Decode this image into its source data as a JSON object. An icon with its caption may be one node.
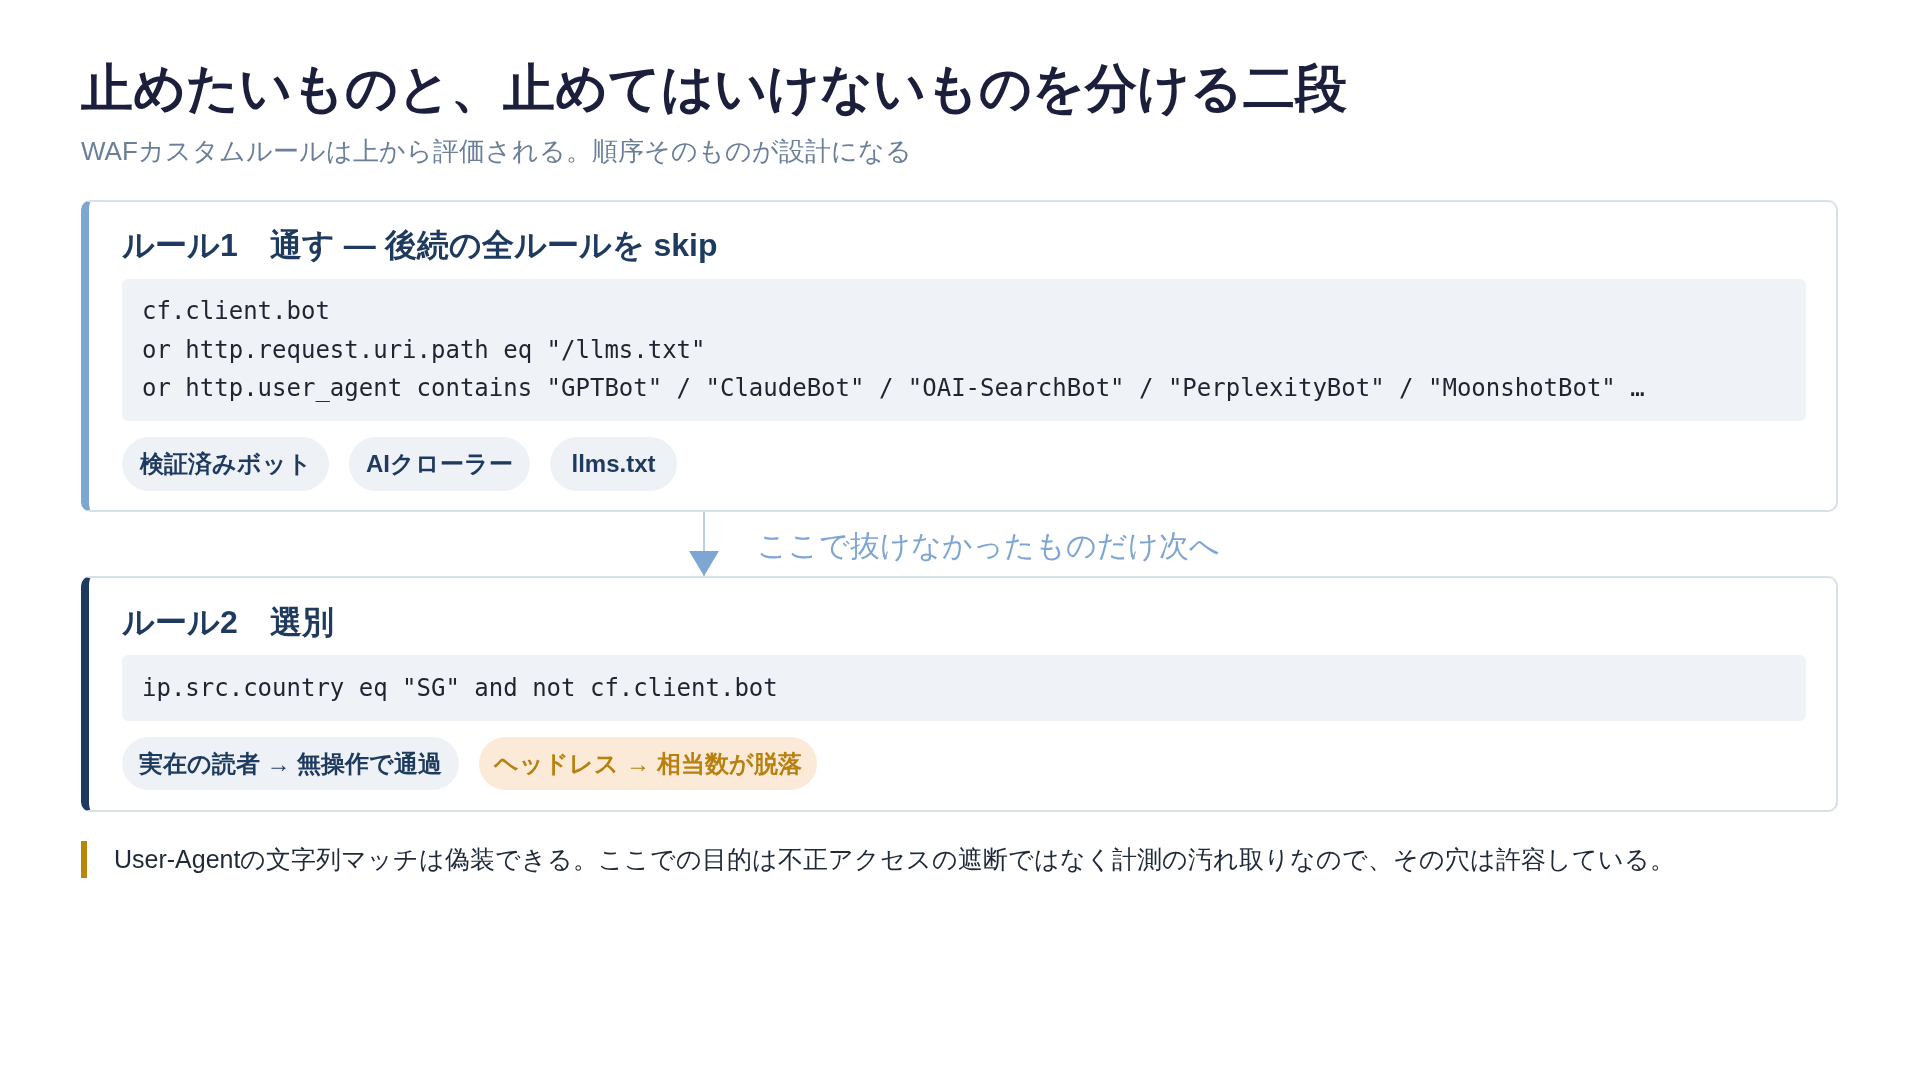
{
  "diagram": {
    "title": "止めたいものと、止めてはいけないものを分ける二段",
    "nodes": [
      {
        "text": [
          "ルール1　通す — 後続の全ルールを skip"
        ]
      },
      {
        "text": [
          "cf.client.bot",
          "or http.request.uri.path eq \"/llms.txt\"",
          "or http.user_agent contains \"GPTBot\" / \"ClaudeBot\" / \"OAI-SearchBot\" / \"PerplexityBot\" / \"MoonshotBot\" …"
        ],
        "in": 0
      },
      {
        "text": [
          "検証済みボット"
        ],
        "in": 0
      },
      {
        "text": [
          "AIクローラー"
        ],
        "in": 0
      },
      {
        "text": [
          "llms.txt"
        ],
        "in": 0
      },
      {
        "text": [
          "ルール2　選別"
        ]
      },
      {
        "text": [
          "ip.src.country eq \"SG\" and not cf.client.bot"
        ],
        "in": 5
      },
      {
        "text": [
          "実在の読者 → 無操作で通過"
        ],
        "in": 5
      },
      {
        "text": [
          "ヘッドレス → 相当数が脱落"
        ],
        "in": 5
      }
    ],
    "edges": [
      {
        "from": 0,
        "to": 5,
        "arrow": "to",
        "label": "ここで抜けなかったものだけ次へ"
      }
    ],
    "labels": [
      "WAFカスタムルールは上から評価される。順序そのものが設計になる",
      "User-Agentの文字列マッチは偽装できる。ここでの目的は不正アクセスの遮断ではなく計測の汚れ取りなので、その穴は許容している。"
    ]
  }
}
